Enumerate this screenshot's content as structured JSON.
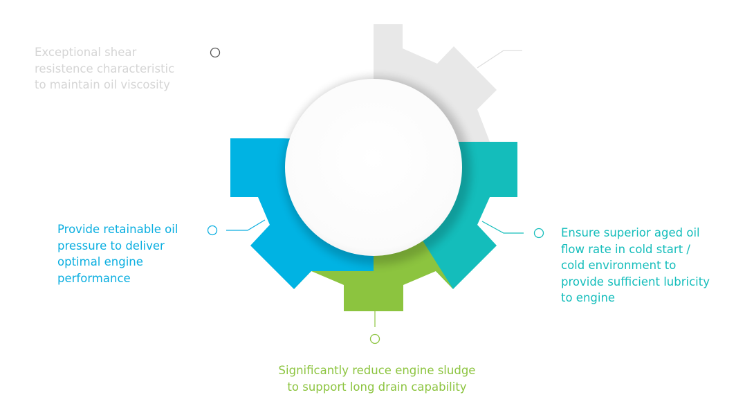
{
  "colors": {
    "segment_top": "#e8e8e8",
    "segment_right": "#14bdbb",
    "segment_bottom": "#8cc43f",
    "segment_left": "#00b3e3",
    "center": "#ffffff",
    "text_top": "#d5d5d5",
    "text_right": "#14bdbb",
    "text_bottom": "#8cc43f",
    "text_left": "#0aaee0",
    "marker_top": "#555555"
  },
  "segments": [
    {
      "key": "top",
      "lines": [
        "Exceptional shear",
        "resistence characteristic",
        "to maintain oil viscosity"
      ]
    },
    {
      "key": "right",
      "lines": [
        "Ensure superior aged oil",
        "flow rate in cold start /",
        "cold environment to",
        "provide sufficient lubricity",
        "to engine"
      ]
    },
    {
      "key": "bottom",
      "lines": [
        "Significantly reduce engine sludge",
        "to support long drain capability"
      ]
    },
    {
      "key": "left",
      "lines": [
        "Provide retainable oil",
        "pressure to deliver",
        "optimal engine",
        "performance"
      ]
    }
  ]
}
